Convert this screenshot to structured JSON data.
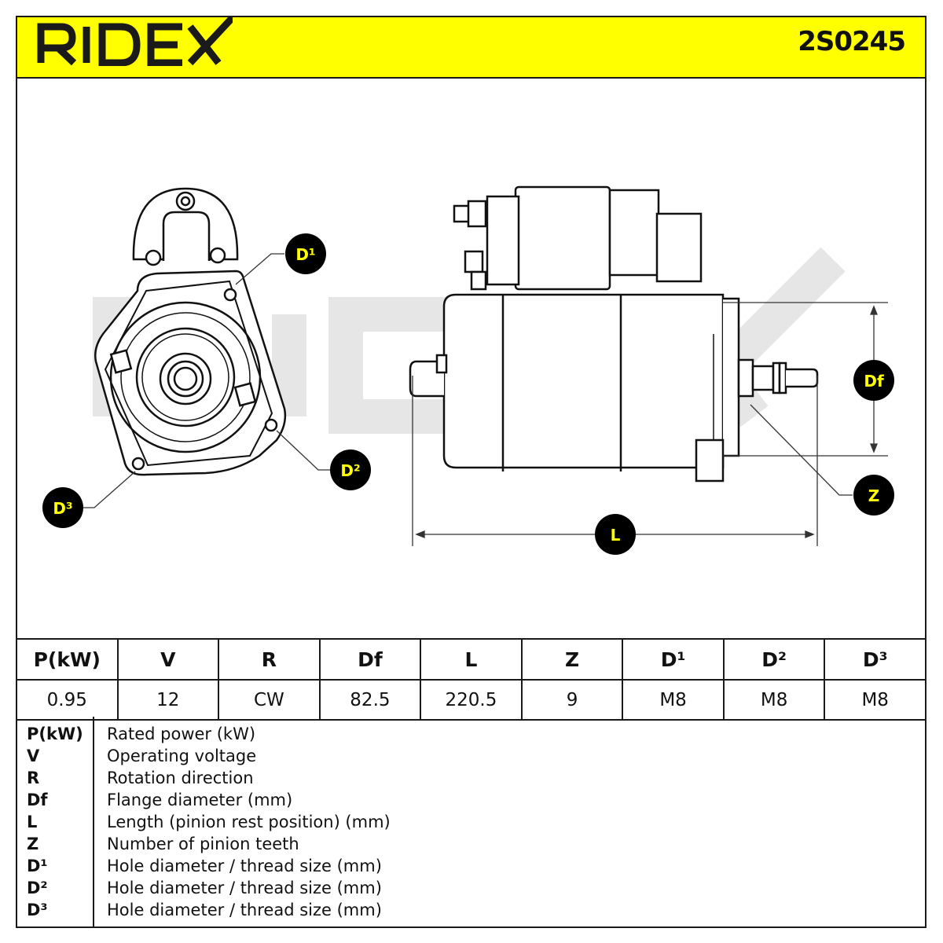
{
  "header": {
    "brand": "RIDEX",
    "part_number": "2S0245"
  },
  "watermark": "RIDEX",
  "callouts": {
    "d1": "D¹",
    "d2": "D²",
    "d3": "D³",
    "df": "Df",
    "z": "Z",
    "l": "L"
  },
  "spec_table": {
    "headers": [
      "P(kW)",
      "V",
      "R",
      "Df",
      "L",
      "Z",
      "D¹",
      "D²",
      "D³"
    ],
    "values": [
      "0.95",
      "12",
      "CW",
      "82.5",
      "220.5",
      "9",
      "M8",
      "M8",
      "M8"
    ]
  },
  "legend": [
    {
      "symbol": "P(kW)",
      "description": "Rated power (kW)"
    },
    {
      "symbol": "V",
      "description": "Operating voltage"
    },
    {
      "symbol": "R",
      "description": "Rotation direction"
    },
    {
      "symbol": "Df",
      "description": "Flange diameter (mm)"
    },
    {
      "symbol": "L",
      "description": "Length (pinion rest position) (mm)"
    },
    {
      "symbol": "Z",
      "description": "Number of pinion teeth"
    },
    {
      "symbol": "D¹",
      "description": "Hole diameter / thread size (mm)"
    },
    {
      "symbol": "D²",
      "description": "Hole diameter / thread size (mm)"
    },
    {
      "symbol": "D³",
      "description": "Hole diameter / thread size (mm)"
    }
  ],
  "colors": {
    "header_bg": "#ffff00",
    "callout_bg": "#000000",
    "callout_text": "#ffff00",
    "watermark": "#e6e6e6"
  }
}
